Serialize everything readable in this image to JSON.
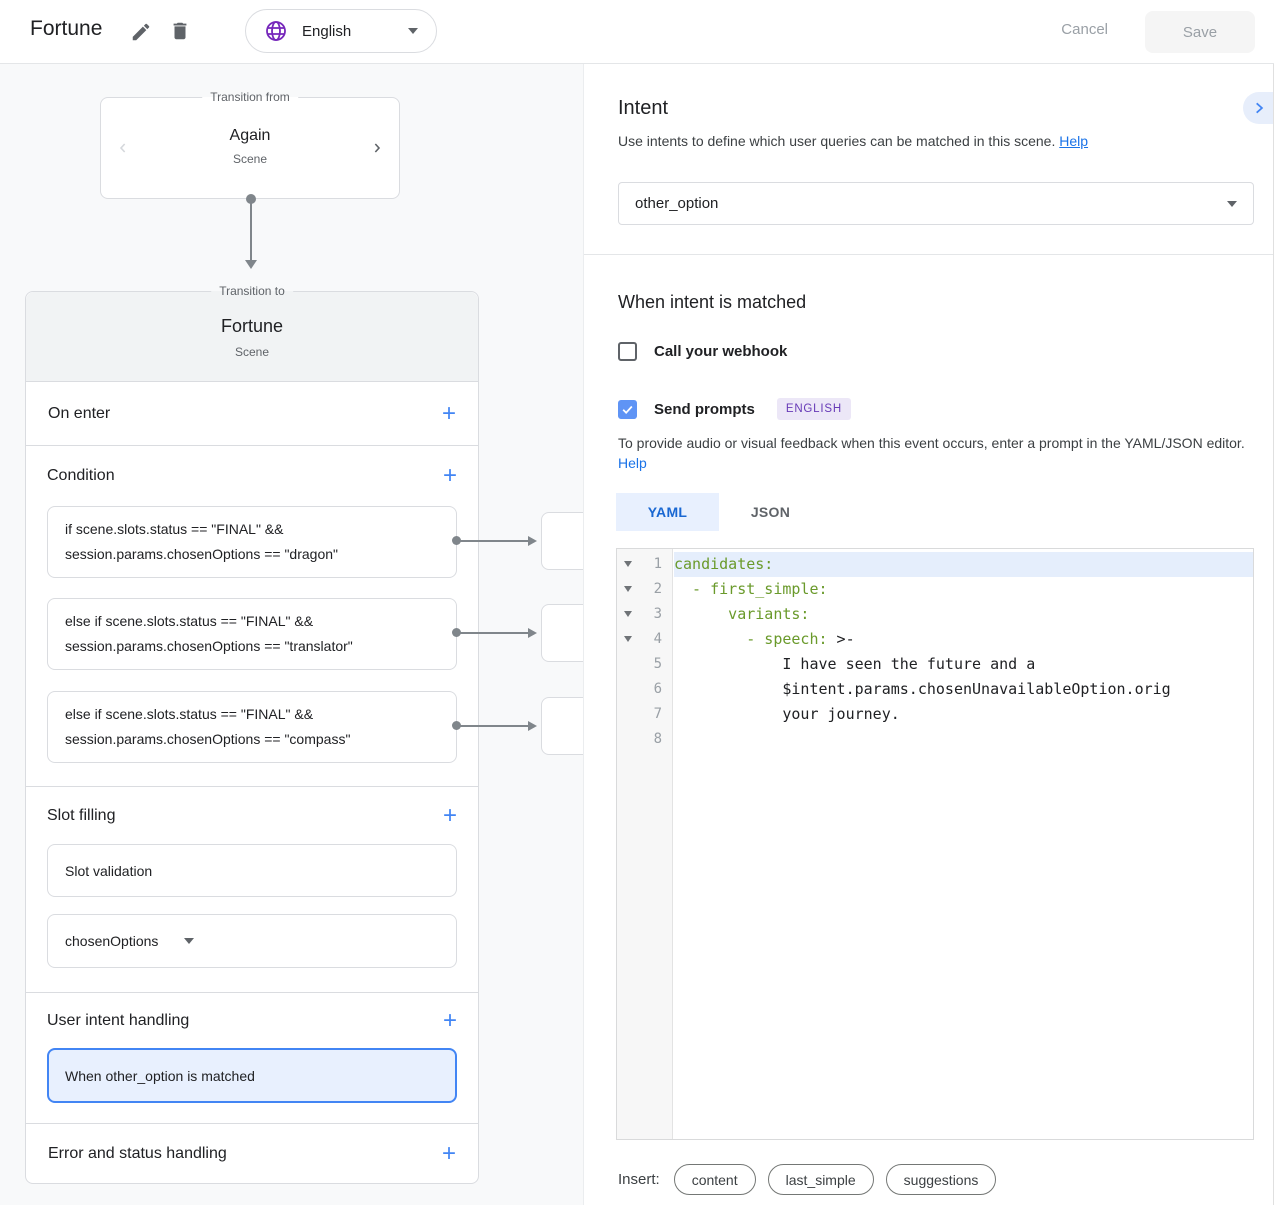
{
  "header": {
    "title": "Fortune",
    "language": "English",
    "cancel_label": "Cancel",
    "save_label": "Save"
  },
  "canvas": {
    "from_card": {
      "legend": "Transition from",
      "name": "Again",
      "type": "Scene"
    },
    "scene_card": {
      "legend": "Transition to",
      "name": "Fortune",
      "type": "Scene"
    },
    "sections": {
      "on_enter": "On enter",
      "condition": "Condition",
      "slot_filling": "Slot filling",
      "user_intent_handling": "User intent handling",
      "error_handling": "Error and status handling"
    },
    "conditions": [
      {
        "line1": "if scene.slots.status == \"FINAL\" &&",
        "line2": "session.params.chosenOptions == \"dragon\""
      },
      {
        "line1": "else if scene.slots.status == \"FINAL\" &&",
        "line2": "session.params.chosenOptions == \"translator\""
      },
      {
        "line1": "else if scene.slots.status == \"FINAL\" &&",
        "line2": "session.params.chosenOptions == \"compass\""
      }
    ],
    "slot_cards": {
      "validation": "Slot validation",
      "parameter": "chosenOptions"
    },
    "intent_card": "When other_option is matched"
  },
  "intent_panel": {
    "title": "Intent",
    "description": "Use intents to define which user queries can be matched in this scene.",
    "help": "Help",
    "selected_intent": "other_option",
    "matched": {
      "title": "When intent is matched",
      "webhook_label": "Call your webhook",
      "prompts_label": "Send prompts",
      "language_badge": "ENGLISH",
      "description": "To provide audio or visual feedback when this event occurs, enter a prompt in the YAML/JSON editor.",
      "help": "Help"
    },
    "editor": {
      "tabs": {
        "yaml": "YAML",
        "json": "JSON"
      },
      "active_tab": "YAML",
      "lines": [
        {
          "num": "1",
          "key": "candidates:",
          "plain": ""
        },
        {
          "num": "2",
          "key": "  - first_simple:",
          "plain": ""
        },
        {
          "num": "3",
          "key": "      variants:",
          "plain": ""
        },
        {
          "num": "4",
          "key": "        - speech:",
          "plain": " >-"
        },
        {
          "num": "5",
          "key": "",
          "plain": "            I have seen the future and a"
        },
        {
          "num": "6",
          "key": "",
          "plain": "            $intent.params.chosenUnavailableOption.orig"
        },
        {
          "num": "7",
          "key": "",
          "plain": "            your journey."
        },
        {
          "num": "8",
          "key": "",
          "plain": ""
        }
      ]
    },
    "insert": {
      "label": "Insert:",
      "chips": [
        "content",
        "last_simple",
        "suggestions"
      ]
    }
  },
  "colors": {
    "accent_blue": "#4285f4",
    "link_blue": "#1a73e8",
    "checkbox_blue": "#5f94f5",
    "globe_purple": "#7627bb",
    "badge_purple": "#673ab7",
    "code_green": "#6a9a2b",
    "selected_card_bg": "#e8f0fe",
    "panel_bg": "#f8f9fa"
  }
}
